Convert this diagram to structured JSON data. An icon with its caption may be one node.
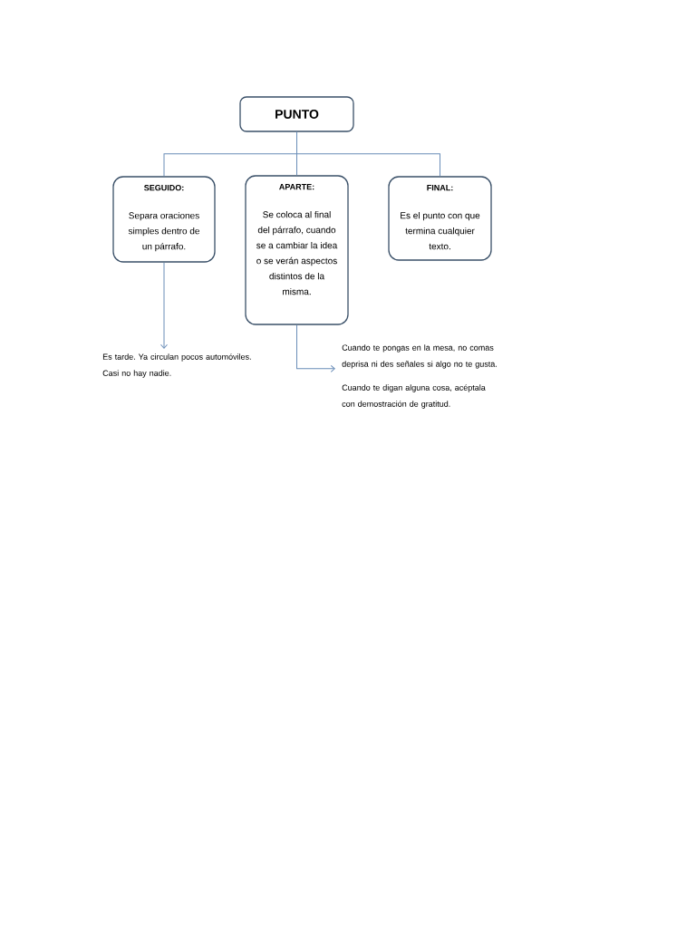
{
  "diagram": {
    "nodes": [
      {
        "text": [
          "PUNTO"
        ]
      },
      {
        "text": [
          "SEGUIDO:",
          "Separa oraciones simples dentro de un párrafo."
        ]
      },
      {
        "text": [
          "APARTE:",
          "Se coloca al final del párrafo, cuando se a cambiar la idea o se verán aspectos distintos de la misma."
        ]
      },
      {
        "text": [
          "FINAL:",
          "Es el punto con que termina cualquier texto."
        ]
      },
      {
        "text": [
          "Es tarde. Ya circulan pocos automóviles. Casi no hay nadie."
        ]
      },
      {
        "text": [
          "Cuando te pongas en la mesa, no comas deprisa ni des señales si algo no te gusta."
        ]
      }
    ],
    "edges": [
      {
        "from": 0,
        "to": 1,
        "arrow": "none"
      },
      {
        "from": 0,
        "to": 2,
        "arrow": "none"
      },
      {
        "from": 0,
        "to": 3,
        "arrow": "none"
      },
      {
        "from": 1,
        "to": 4,
        "arrow": "to"
      },
      {
        "from": 2,
        "to": 5,
        "arrow": "to"
      }
    ],
    "labels": [
      "Cuando te digan alguna cosa, acéptala con demostración de gratitud."
    ]
  }
}
